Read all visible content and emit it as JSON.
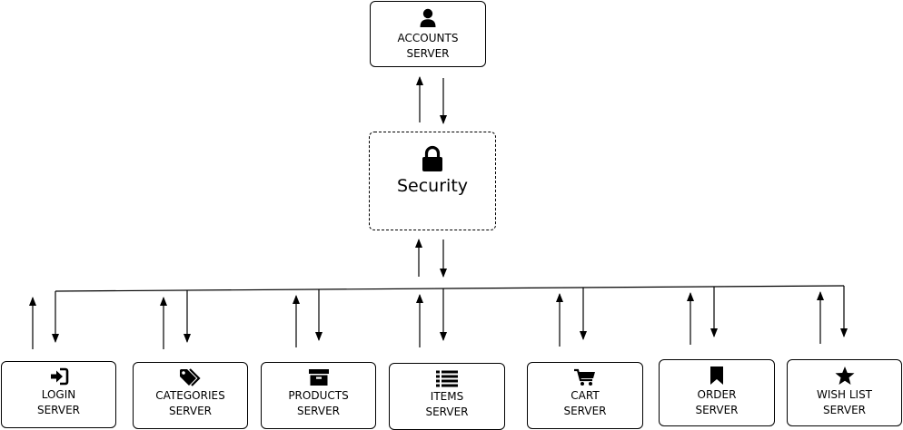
{
  "diagram": {
    "accounts": {
      "line1": "ACCOUNTS",
      "line2": "SERVER",
      "icon": "user-icon"
    },
    "security": {
      "label": "Security",
      "icon": "lock-icon"
    },
    "services": [
      {
        "line1": "LOGIN",
        "line2": "SERVER",
        "icon": "login-icon"
      },
      {
        "line1": "CATEGORIES",
        "line2": "SERVER",
        "icon": "tags-icon"
      },
      {
        "line1": "PRODUCTS",
        "line2": "SERVER",
        "icon": "archive-box-icon"
      },
      {
        "line1": "ITEMS",
        "line2": "SERVER",
        "icon": "list-icon"
      },
      {
        "line1": "CART",
        "line2": "SERVER",
        "icon": "cart-icon"
      },
      {
        "line1": "ORDER",
        "line2": "SERVER",
        "icon": "bookmark-icon"
      },
      {
        "line1": "WISH LIST",
        "line2": "SERVER",
        "icon": "star-icon"
      }
    ]
  }
}
